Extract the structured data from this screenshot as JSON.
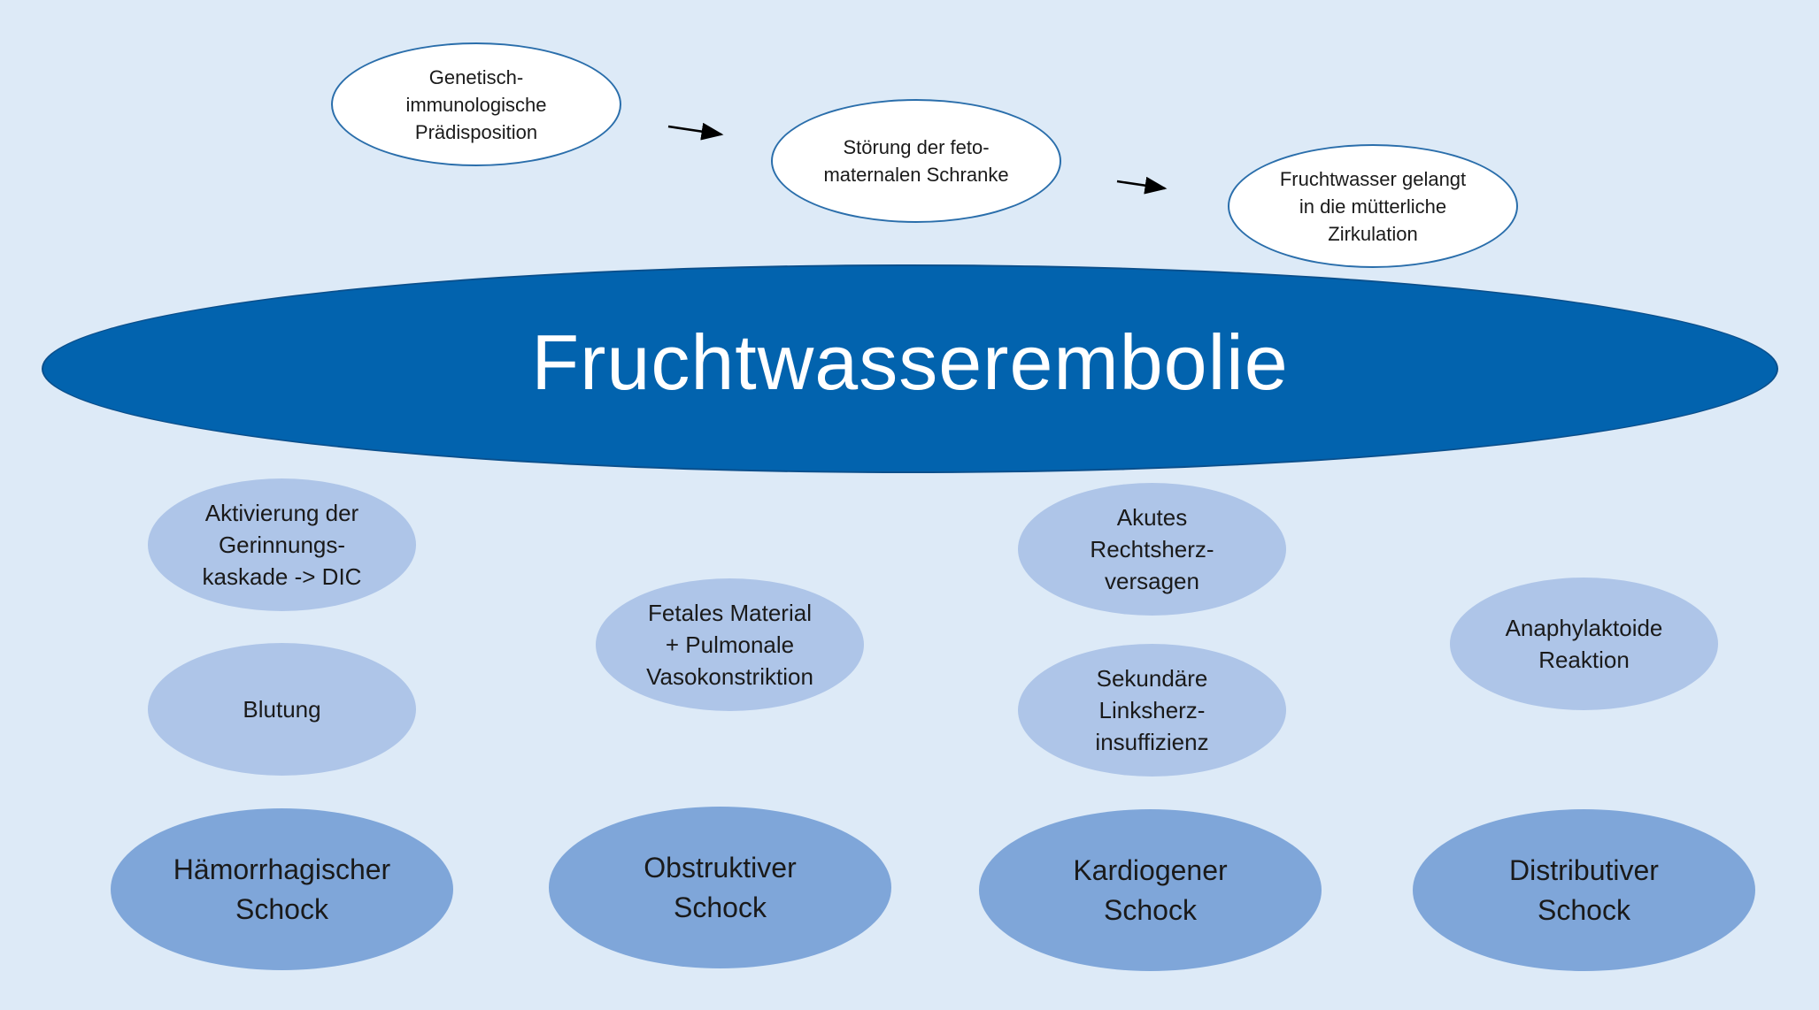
{
  "top_steps": [
    {
      "name": "pathway-step-predisposition",
      "text": "Genetisch-\nimmunologische\nPrädisposition"
    },
    {
      "name": "pathway-step-barrier",
      "text": "Störung der feto-\nmaternalen Schranke"
    },
    {
      "name": "pathway-step-circulation",
      "text": "Fruchtwasser gelangt\nin die mütterliche\nZirkulation"
    }
  ],
  "main_title": "Fruchtwasserembolie",
  "mechanisms": [
    {
      "name": "mechanism-coagulation",
      "text": "Aktivierung der\nGerinnungs-\nkaskade -> DIC"
    },
    {
      "name": "mechanism-bleeding",
      "text": "Blutung"
    },
    {
      "name": "mechanism-fetal-material",
      "text": "Fetales Material\n+ Pulmonale\nVasokonstriktion"
    },
    {
      "name": "mechanism-right-heart",
      "text": "Akutes\nRechtsherz-\nversagen"
    },
    {
      "name": "mechanism-left-heart",
      "text": "Sekundäre\nLinksherz-\ninsuffizienz"
    },
    {
      "name": "mechanism-anaphylactoid",
      "text": "Anaphylaktoide\nReaktion"
    }
  ],
  "shock_types": [
    {
      "name": "shock-hemorrhagic",
      "text": "Hämorrhagischer\nSchock"
    },
    {
      "name": "shock-obstructive",
      "text": "Obstruktiver\nSchock"
    },
    {
      "name": "shock-cardiogenic",
      "text": "Kardiogener\nSchock"
    },
    {
      "name": "shock-distributive",
      "text": "Distributiver\nSchock"
    }
  ],
  "colors": {
    "background": "#ddeaf7",
    "main_ellipse": "#0263ae",
    "mechanism_ellipse": "#aec5e8",
    "shock_ellipse": "#7fa6d9",
    "step_border": "#2a6eab"
  }
}
